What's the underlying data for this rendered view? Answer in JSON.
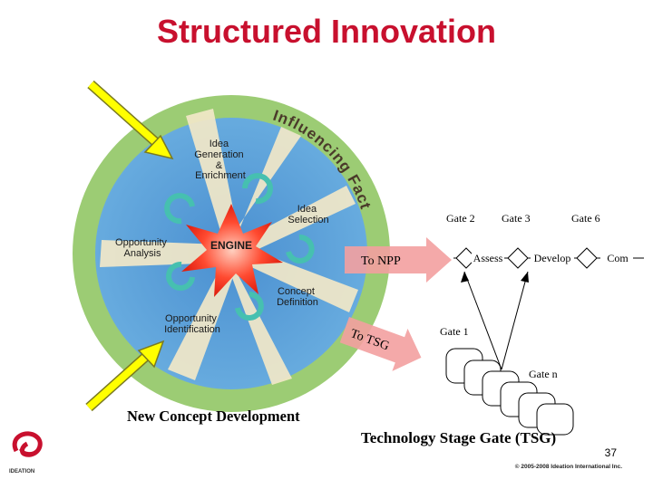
{
  "title": "Structured Innovation",
  "wheel": {
    "influencing_factors": "Influencing Factors",
    "engine_label": "ENGINE",
    "segments": [
      {
        "id": "idea-generation",
        "lines": [
          "Idea",
          "Generation",
          "&",
          "Enrichment"
        ]
      },
      {
        "id": "idea-selection",
        "lines": [
          "Idea",
          "Selection"
        ]
      },
      {
        "id": "opportunity-analysis",
        "lines": [
          "Opportunity",
          "Analysis"
        ]
      },
      {
        "id": "concept-definition",
        "lines": [
          "Concept",
          "Definition"
        ]
      },
      {
        "id": "opportunity-identification",
        "lines": [
          "Opportunity",
          "Identification"
        ]
      }
    ]
  },
  "arrows": {
    "to_npp": "To NPP",
    "to_tsg": "To TSG"
  },
  "gates": {
    "gate2": "Gate 2",
    "gate3": "Gate 3",
    "gate6": "Gate 6",
    "gate1": "Gate 1",
    "gaten": "Gate n",
    "stages": [
      "Assess",
      "Develop",
      "Com"
    ]
  },
  "captions": {
    "new_concept": "New Concept Development",
    "tsg": "Technology Stage Gate (TSG)"
  },
  "footer": {
    "page_number": "37",
    "copyright": "© 2005-2008 Ideation International Inc.",
    "logo_word": "IDEATION"
  },
  "colors": {
    "title": "#c8102e",
    "outer_ring": "#9ccc74",
    "inner_disk": "#5b9fd6",
    "spokes": "#f2e8c8",
    "engine": "#ff3a2a",
    "yellow_arrow": "#ffff00"
  }
}
